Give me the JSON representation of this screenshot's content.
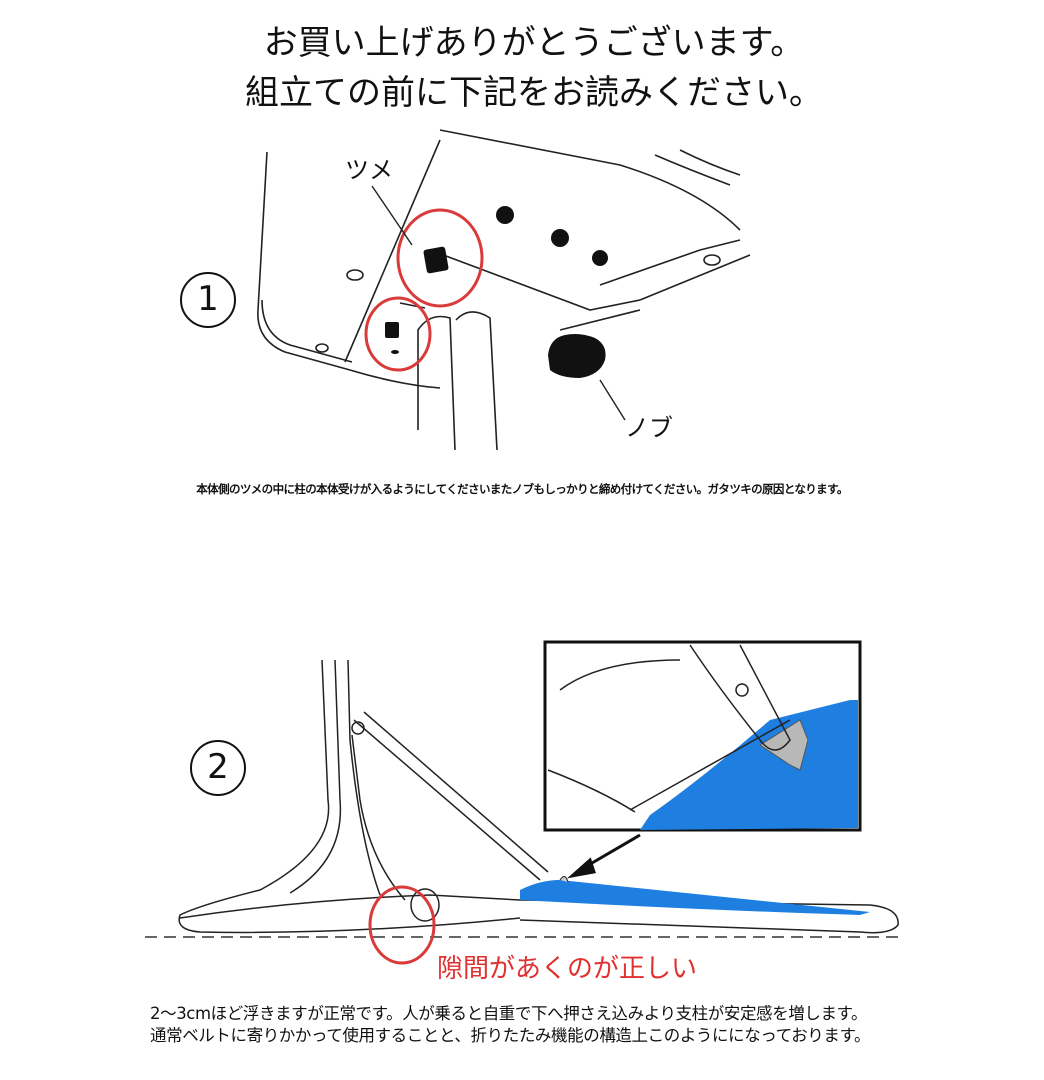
{
  "header": {
    "line1": "お買い上げありがとうございます。",
    "line2": "組立ての前に下記をお読みください。"
  },
  "step1": {
    "number": "1",
    "label_tsume": "ツメ",
    "label_knob": "ノブ",
    "caption": "本体側のツメの中に柱の本体受けが入るようにしてくださいまたノブもしっかりと締め付けてください。ガタツキの原因となります。"
  },
  "step2": {
    "number": "2",
    "warning": "隙間があくのが正しい",
    "note_line1": "2〜3cmほど浮きますが正常です。人が乗ると自重で下へ押さえ込みより支柱が安定感を増します。",
    "note_line2": "通常ベルトに寄りかかって使用することと、折りたたみ機能の構造上このようにになっております。"
  },
  "colors": {
    "highlight_red": "#d93a3a",
    "seat_blue": "#1e7fe0",
    "line": "#222222"
  }
}
